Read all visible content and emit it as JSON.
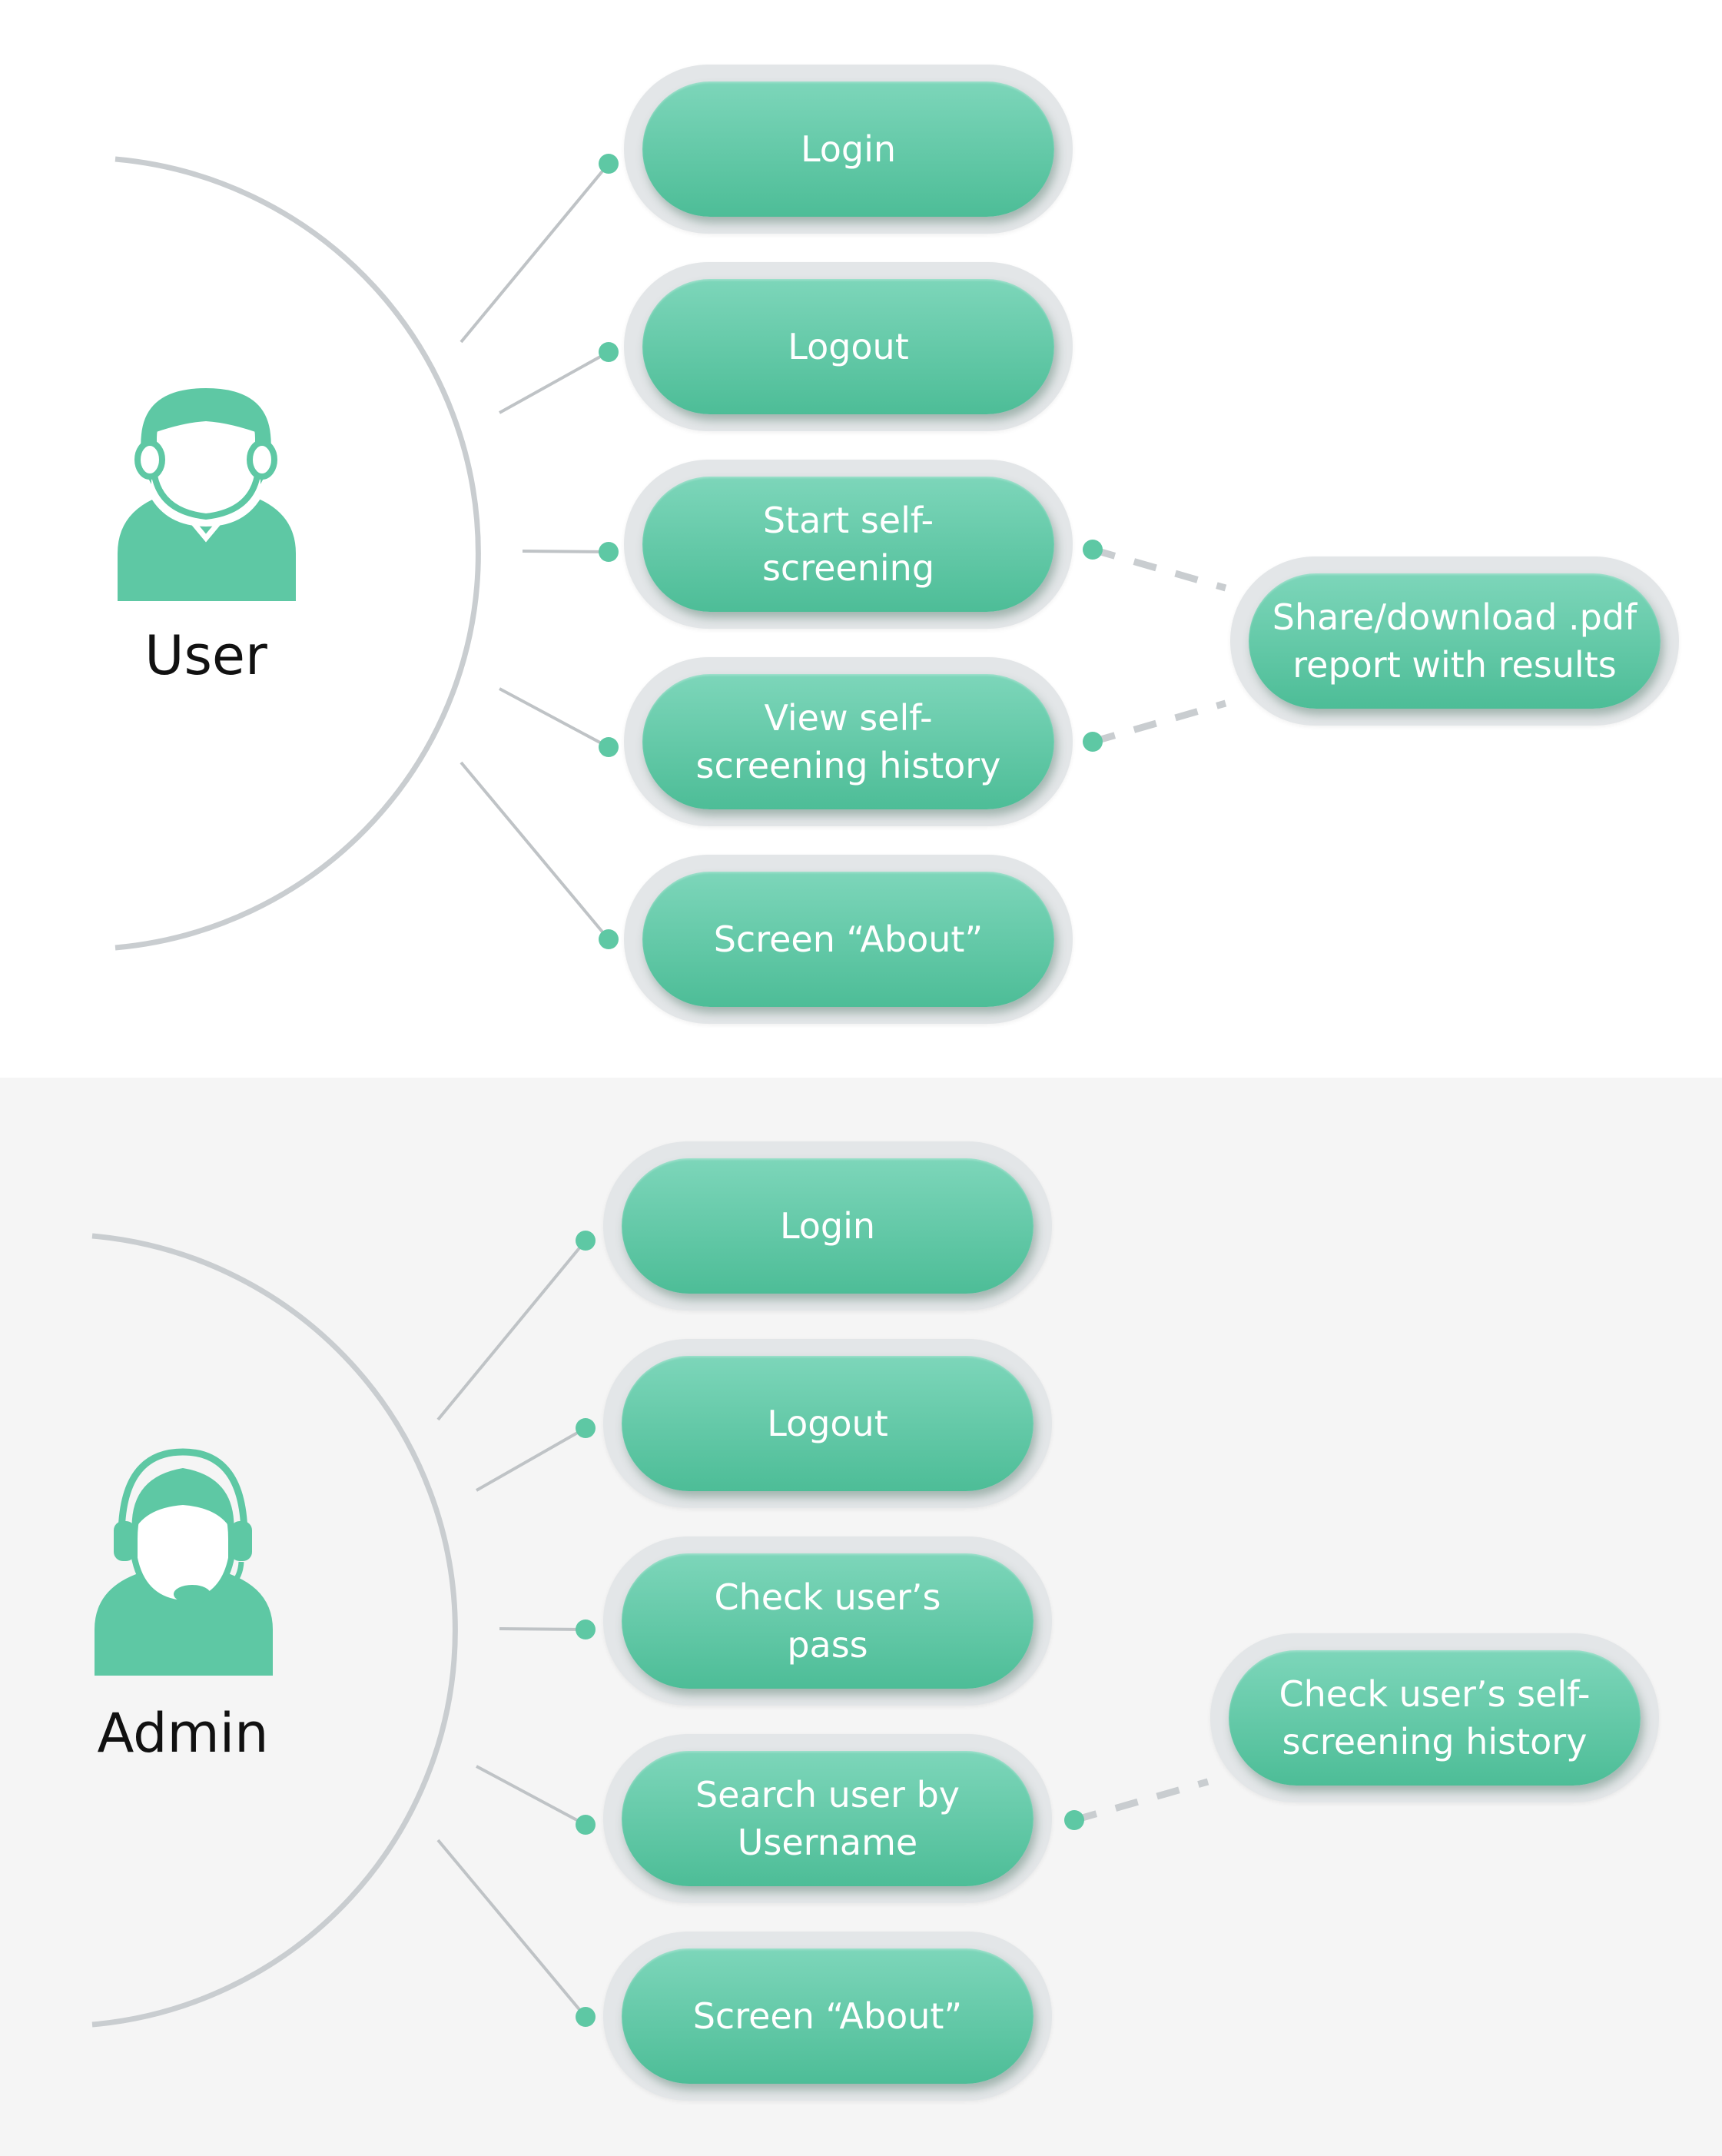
{
  "colors": {
    "accent": "#5ec8a4",
    "arc": "#c9cdd0",
    "connector": "#bfc3c6",
    "pill_ring": "#e3e6e8",
    "admin_background": "#f5f5f5"
  },
  "user": {
    "actor_label": "User",
    "icon": "user-icon",
    "use_cases": [
      "Login",
      "Logout",
      "Start self-\nscreening",
      "View self-\nscreening history",
      "Screen “About”"
    ],
    "extension": "Share/download .pdf\nreport with results"
  },
  "admin": {
    "actor_label": "Admin",
    "icon": "headset-agent-icon",
    "use_cases": [
      "Login",
      "Logout",
      "Check user’s\npass",
      "Search user by\nUsername",
      "Screen “About”"
    ],
    "extension": "Check user’s self-\nscreening history"
  }
}
